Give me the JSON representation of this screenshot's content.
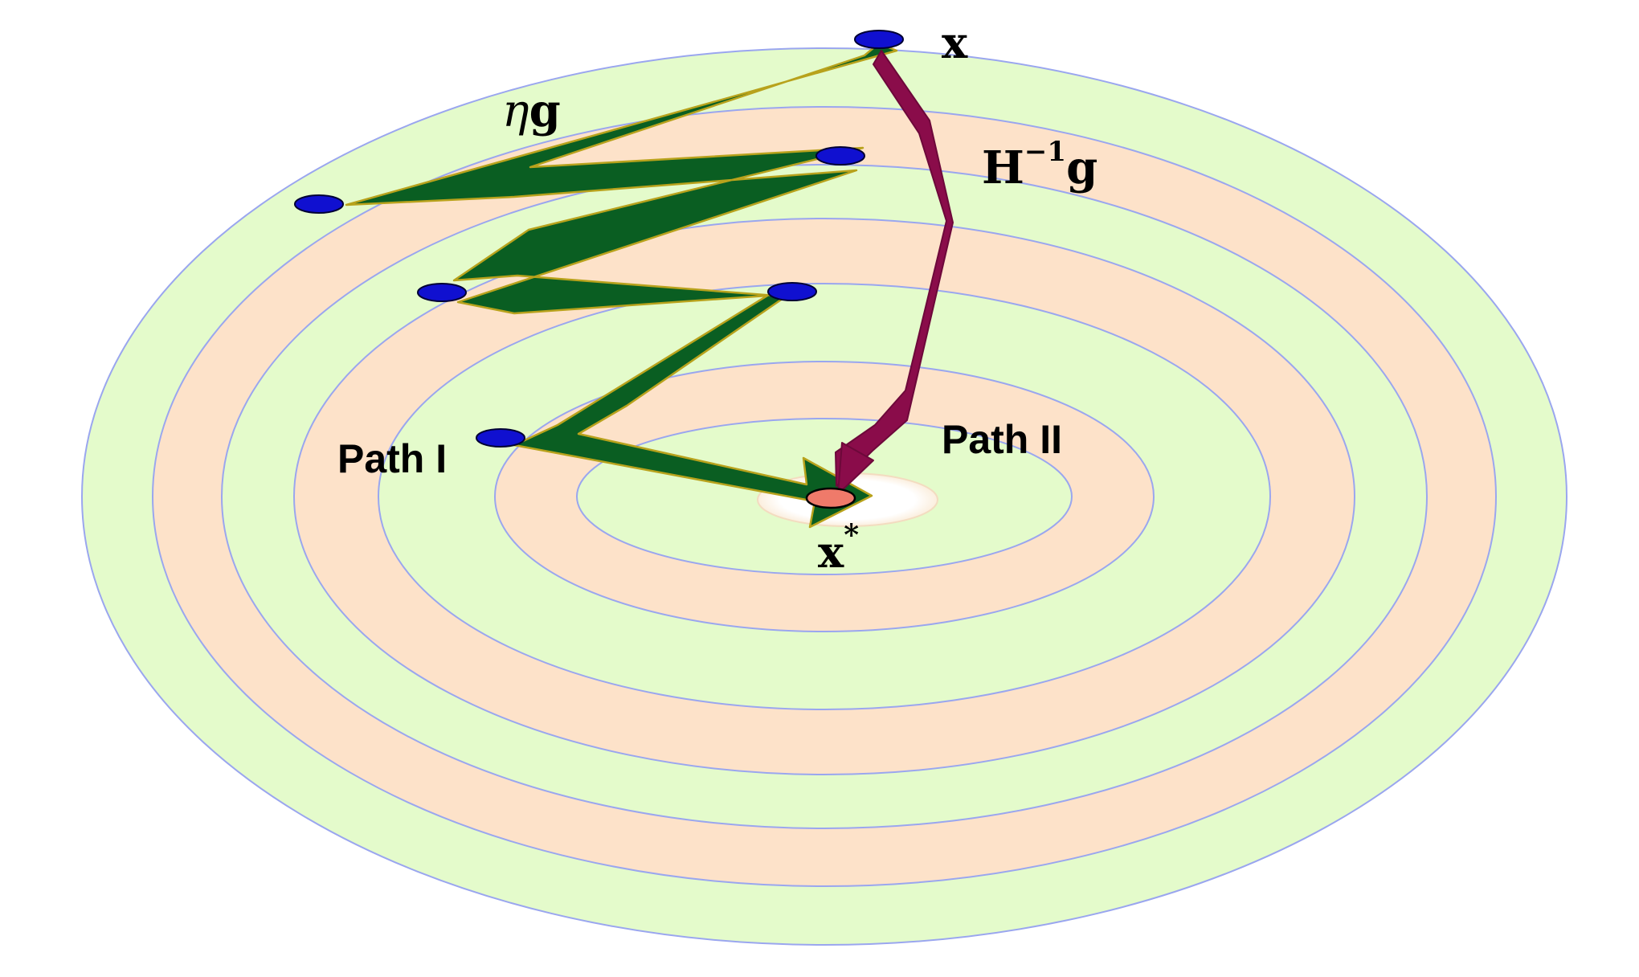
{
  "labels": {
    "start": "x",
    "optimum_base": "x",
    "optimum_sup": "*",
    "gd_step_eta": "η",
    "gd_step_g": "g",
    "newton_step_H": "H",
    "newton_step_sup": "−1",
    "newton_step_g": "g",
    "path_one": "Path I",
    "path_two": "Path II"
  },
  "colors": {
    "contour_line": "#9aa6ef",
    "band_green": "#e4fbcb",
    "band_peach": "#fde2c9",
    "center_highlight": "#ffffff",
    "gd_arrow_fill": "#0a5e22",
    "gd_arrow_edge": "#b8a21c",
    "newton_arrow_fill": "#8a0c4a",
    "iterate_point": "#1010d0",
    "iterate_point_edge": "#000033",
    "optimum_point": "#ef7a6a"
  },
  "icons": {
    "iterate": "blue-ellipse-point",
    "optimum": "red-ellipse-point"
  }
}
